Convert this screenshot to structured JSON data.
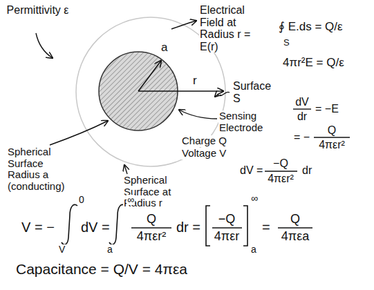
{
  "diagram": {
    "labels": [
      "Permittivity ε",
      "Electrical Field at Radius r = E(r)",
      "a",
      "r",
      "∮ E.ds = Q/ε",
      "S",
      "4πr²E = Q/ε",
      "Surface S",
      "dV",
      "dr",
      "= −E",
      "= −",
      "Q",
      "4πεr²",
      "Sensing Electrode",
      "Charge Q",
      "Voltage V",
      "Spherical Surface Radius a (conducting)",
      "Spherical Surface at Radius r",
      "dV =",
      "−Q",
      "4πεr²",
      "dr",
      "V = −",
      "0",
      "V",
      "dV =",
      "∞",
      "a",
      "Q",
      "4πεr²",
      "dr =",
      "−Q",
      "4πεr",
      "∞",
      "a",
      "=",
      "Q",
      "4πεa",
      "Capacitance = Q/V = 4πεa"
    ]
  }
}
